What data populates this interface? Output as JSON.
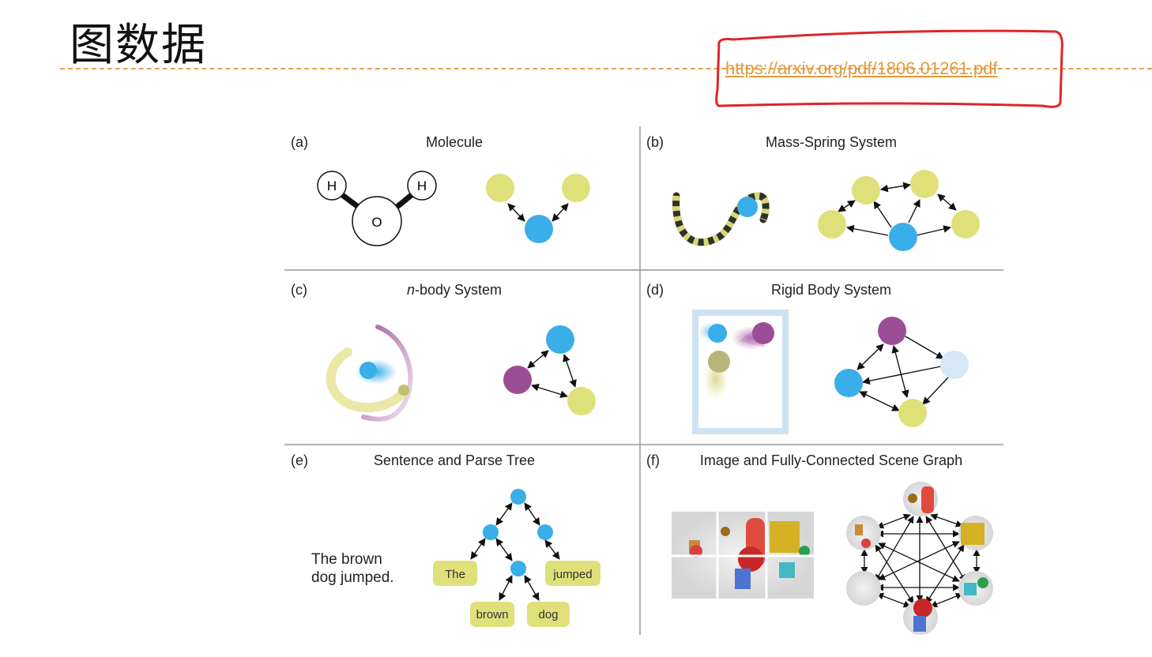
{
  "slide": {
    "title": "图数据",
    "link_text": "https://arxiv.org/pdf/1806.01261.pdf"
  },
  "figure": {
    "panels": [
      {
        "letter": "(a)",
        "title": "Molecule",
        "atoms": [
          "H",
          "O",
          "H"
        ]
      },
      {
        "letter": "(b)",
        "title": "Mass-Spring System"
      },
      {
        "letter": "(c)",
        "title_italic": "n",
        "title": "-body System"
      },
      {
        "letter": "(d)",
        "title": "Rigid Body System"
      },
      {
        "letter": "(e)",
        "title": "Sentence and Parse Tree",
        "sentence_line1": "The brown",
        "sentence_line2": "dog jumped.",
        "words": [
          "The",
          "jumped",
          "brown",
          "dog"
        ]
      },
      {
        "letter": "(f)",
        "title": "Image and Fully-Connected Scene Graph"
      }
    ]
  },
  "colors": {
    "node_blue": "#3aaee8",
    "node_yellow": "#dfe07a",
    "node_purple": "#9b4d96",
    "node_pale_blue": "#d6e7f5",
    "link_orange": "#e39a3b",
    "annotation_red": "#e0242a",
    "rule_dashed": "#e2a04d"
  }
}
